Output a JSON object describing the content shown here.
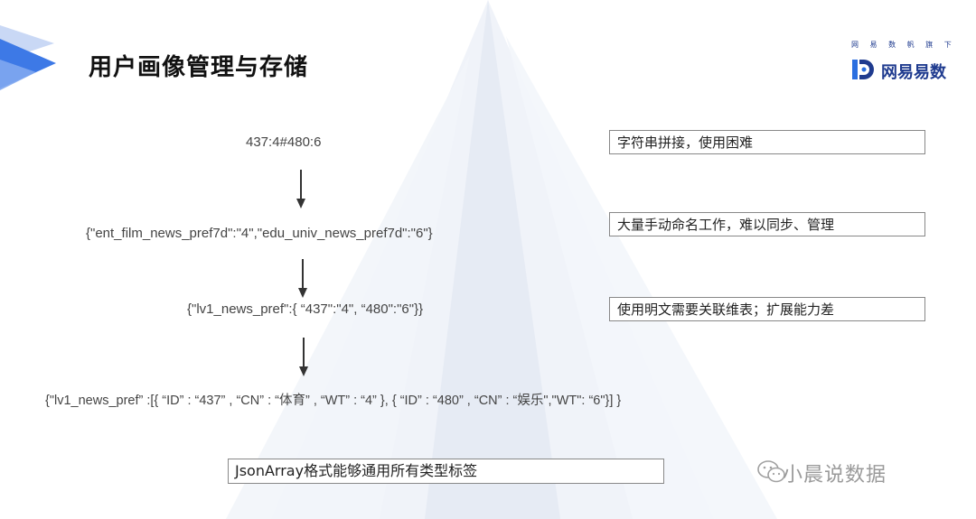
{
  "slide": {
    "title": "用户画像管理与存储"
  },
  "logo": {
    "tagline": "网 易 数 帆 旗 下",
    "name": "网易易数"
  },
  "flow": {
    "step1": "437:4#480:6",
    "step2": "{\"ent_film_news_pref7d\":\"4\",\"edu_univ_news_pref7d\":\"6\"}",
    "step3": "{\"lv1_news_pref\":{ “437\":\"4\", “480\":\"6\"}}",
    "step4": "{\"lv1_news_pref” :[{ “ID” : “437” , “CN” : “体育” , “WT” : “4” }, { “ID” : “480” , “CN” : “娱乐\",\"WT\": “6\"}] }"
  },
  "notes": {
    "note1": "字符串拼接，使用困难",
    "note2": "大量手动命名工作，难以同步、管理",
    "note3": "使用明文需要关联维表；扩展能力差"
  },
  "summary": "JsonArray格式能够通用所有类型标签",
  "watermark": "小晨说数据",
  "colors": {
    "brand": "#1f3b8f",
    "accent_blue": "#2b6fe0"
  }
}
